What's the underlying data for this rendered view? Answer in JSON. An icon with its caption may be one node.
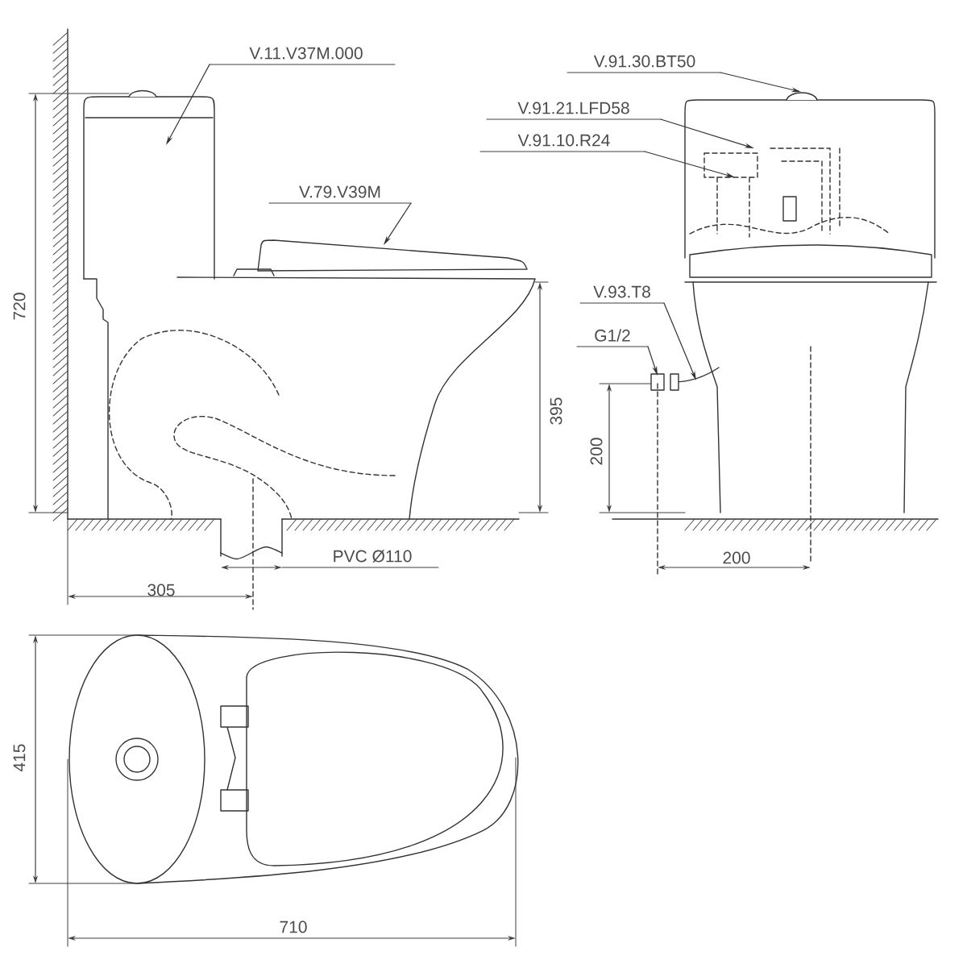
{
  "diagram": {
    "nodes": [
      {
        "text": [
          "V.11.V37M.000"
        ]
      },
      {
        "text": [
          "V.91.30.BT50"
        ]
      },
      {
        "text": [
          "V.91.21.LFD58"
        ]
      },
      {
        "text": [
          "V.91.10.R24"
        ]
      },
      {
        "text": [
          "V.79.V39M"
        ]
      },
      {
        "text": [
          "V.93.T8"
        ]
      },
      {
        "text": [
          "G1/2"
        ]
      }
    ],
    "edges": [
      {
        "from": 0,
        "to": null,
        "arrow": "to"
      },
      {
        "from": 1,
        "to": null,
        "arrow": "to"
      },
      {
        "from": 2,
        "to": null,
        "arrow": "to"
      },
      {
        "from": 3,
        "to": null,
        "arrow": "to"
      },
      {
        "from": 4,
        "to": null,
        "arrow": "to"
      },
      {
        "from": 5,
        "to": null,
        "arrow": "to"
      },
      {
        "from": 6,
        "to": null,
        "arrow": "to"
      }
    ],
    "labels": [
      "720",
      "395",
      "200",
      "200",
      "PVC Ø110",
      "305",
      "415",
      "710"
    ]
  }
}
